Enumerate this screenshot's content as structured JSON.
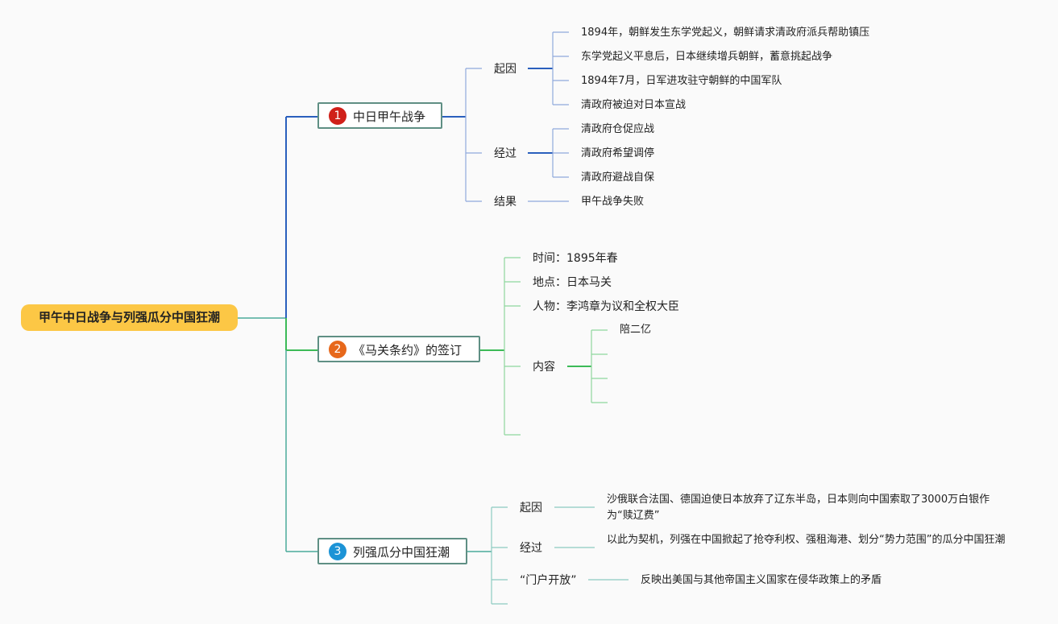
{
  "root": {
    "title": "甲午中日战争与列强瓜分中国狂潮"
  },
  "branches": [
    {
      "number": "1",
      "title": "中日甲午战争",
      "color": "#2a5fbd",
      "badge_color": "#d0201a",
      "subs": [
        {
          "label": "起因",
          "items": [
            "1894年，朝鲜发生东学党起义，朝鲜请求清政府派兵帮助镇压",
            "东学党起义平息后，日本继续增兵朝鲜，蓄意挑起战争",
            "1894年7月，日军进攻驻守朝鲜的中国军队",
            "清政府被迫对日本宣战"
          ]
        },
        {
          "label": "经过",
          "items": [
            "清政府仓促应战",
            "清政府希望调停",
            "清政府避战自保"
          ]
        },
        {
          "label": "结果",
          "items": [
            "甲午战争失败"
          ]
        }
      ]
    },
    {
      "number": "2",
      "title": "《马关条约》的签订",
      "color": "#3cba57",
      "badge_color": "#e7681b",
      "subs": [
        {
          "label": "时间：1895年春"
        },
        {
          "label": "地点：日本马关"
        },
        {
          "label": "人物：李鸿章为议和全权大臣"
        },
        {
          "label": "内容",
          "items": [
            "陪二亿",
            "",
            "",
            ""
          ]
        },
        {
          "label": ""
        }
      ]
    },
    {
      "number": "3",
      "title": "列强瓜分中国狂潮",
      "color": "#4aa99a",
      "badge_color": "#1c93d6",
      "subs": [
        {
          "label": "起因",
          "items": [
            "沙俄联合法国、德国迫使日本放弃了辽东半岛，日本则向中国索取了3000万白银作为“赎辽费”"
          ]
        },
        {
          "label": "经过",
          "items": [
            "以此为契机，列强在中国掀起了抢夺利权、强租海港、划分“势力范围”的瓜分中国狂潮"
          ]
        },
        {
          "label": "“门户开放”",
          "items": [
            "反映出美国与其他帝国主义国家在侵华政策上的矛盾"
          ]
        },
        {
          "label": ""
        }
      ]
    }
  ]
}
